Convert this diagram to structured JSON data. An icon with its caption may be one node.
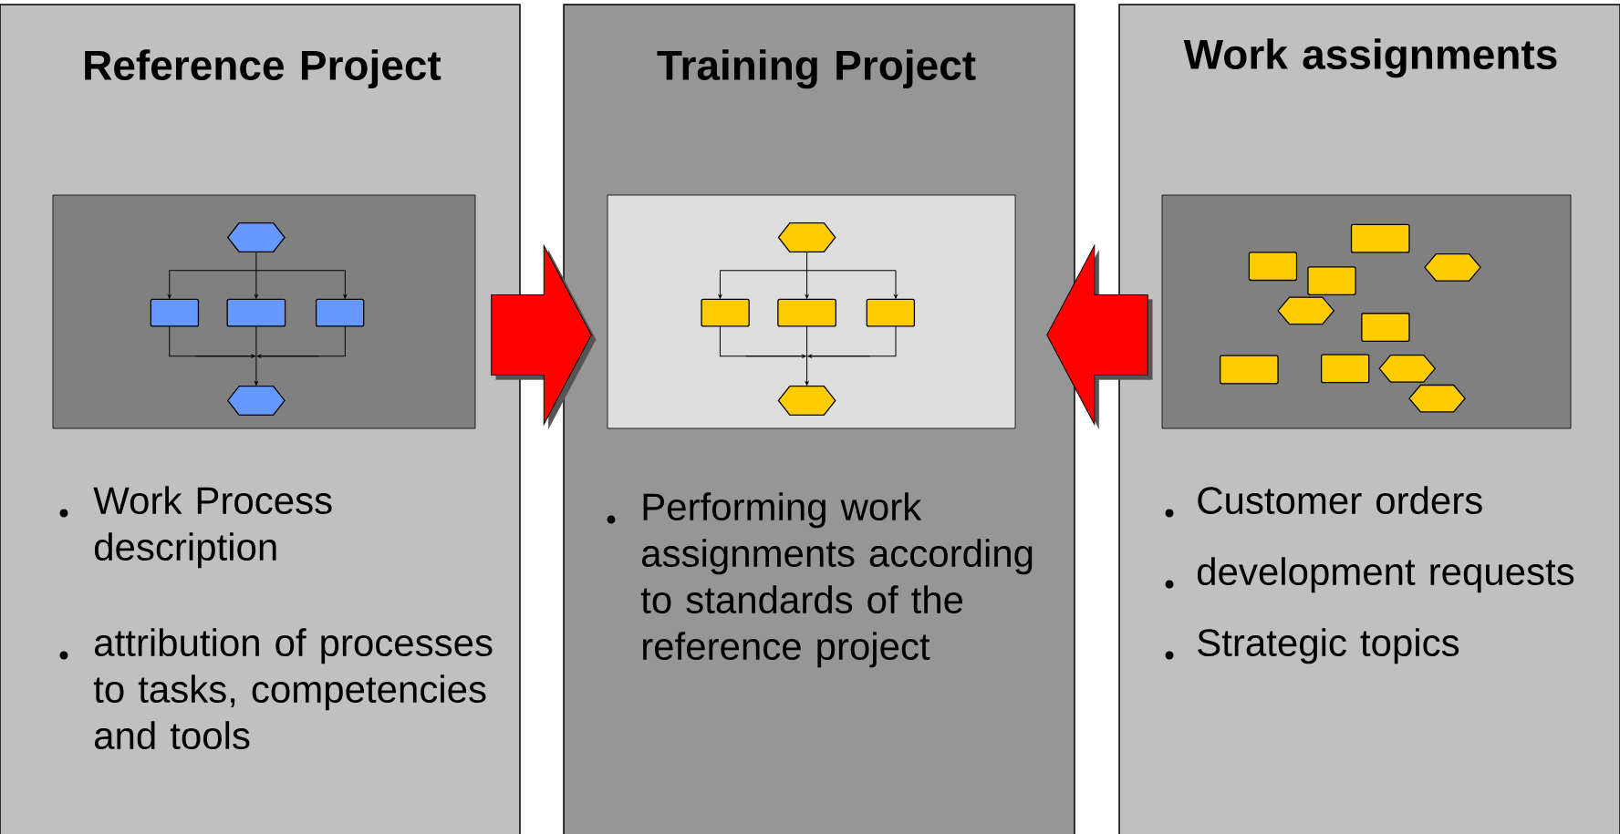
{
  "diagram": {
    "nodes": [
      {
        "text": [
          "Reference Project",
          "Work Process description",
          "attribution of processes to tasks, competencies and tools"
        ]
      },
      {
        "text": [
          "Training Project",
          "Performing work assignments according to standards of the reference project"
        ]
      },
      {
        "text": [
          "Work assignments",
          "Customer orders",
          "development requests",
          "Strategic topics"
        ]
      }
    ],
    "edges": [
      {
        "from": 0,
        "to": 1,
        "arrow": "to"
      },
      {
        "from": 2,
        "to": 1,
        "arrow": "to"
      }
    ]
  }
}
